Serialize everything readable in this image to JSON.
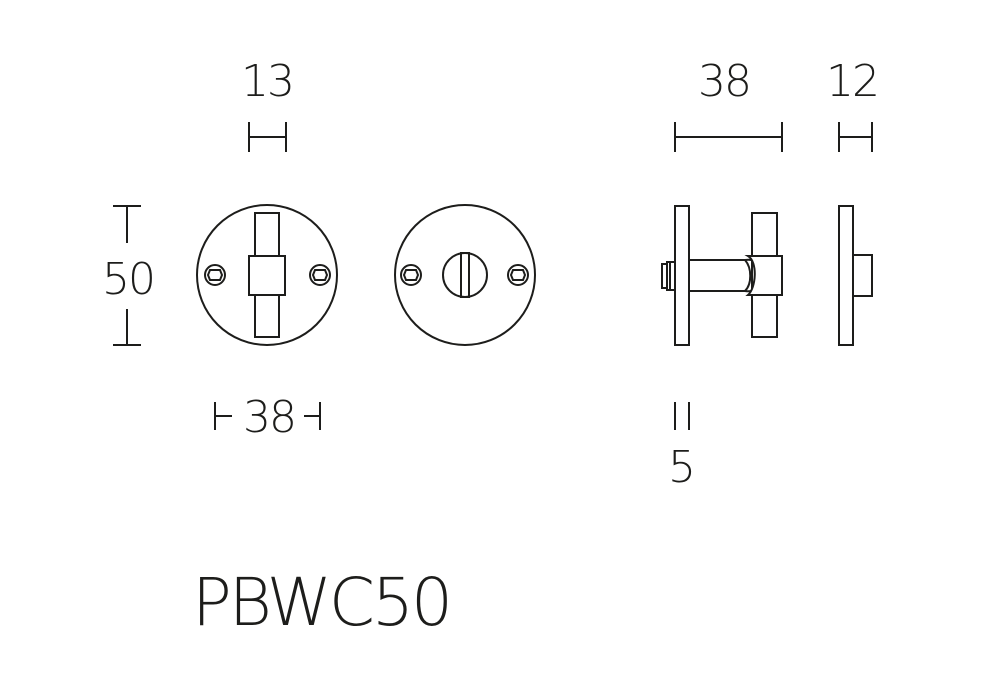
{
  "product_code": "PBWC50",
  "dimensions": {
    "handle_width": "13",
    "rose_diameter_height": "50",
    "rose_diameter_width": "38",
    "projection": "38",
    "rose_depth": "12",
    "spindle_gap": "5"
  },
  "colors": {
    "line": "#1d1d1b",
    "background": "#ffffff"
  }
}
